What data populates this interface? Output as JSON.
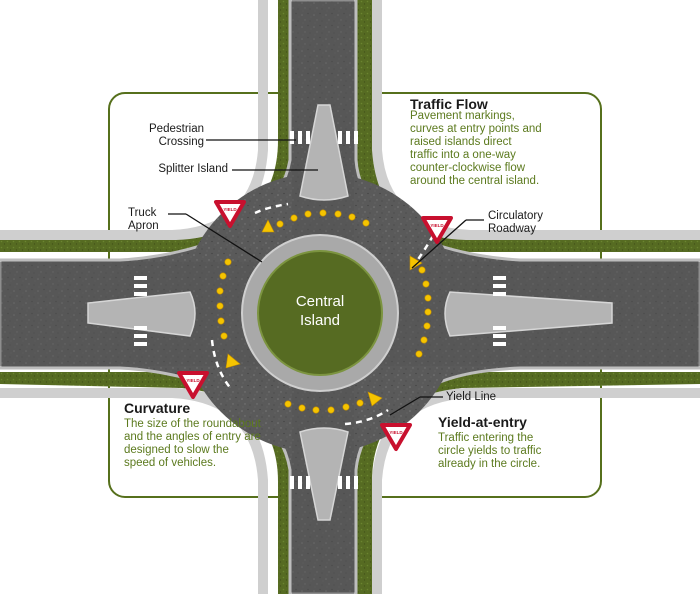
{
  "colors": {
    "grass": "#566b22",
    "asphalt": "#565656",
    "apron": "#a9a9a9",
    "concrete": "#bdbdbd",
    "panel_border": "#56701c",
    "accent_text": "#5c7a1e",
    "marker": "#f2c300",
    "yield_red": "#c8102e"
  },
  "labels": {
    "pedestrian_crossing": "Pedestrian\nCrossing",
    "splitter_island": "Splitter Island",
    "truck_apron": "Truck\nApron",
    "circulatory_roadway": "Circulatory\nRoadway",
    "yield_line": "Yield Line",
    "central_island": "Central\nIsland",
    "yield_sign_text": "YIELD"
  },
  "callouts": {
    "traffic_flow": {
      "title": "Traffic Flow",
      "body": "Pavement markings, curves at entry points and raised islands direct traffic into a one-way counter-clockwise flow around the central island."
    },
    "curvature": {
      "title": "Curvature",
      "body": "The size of the roundabout and the angles of entry are designed to slow the speed of vehicles."
    },
    "yield_at_entry": {
      "title": "Yield-at-entry",
      "body": "Traffic entering the circle yields to traffic already in the circle."
    }
  }
}
